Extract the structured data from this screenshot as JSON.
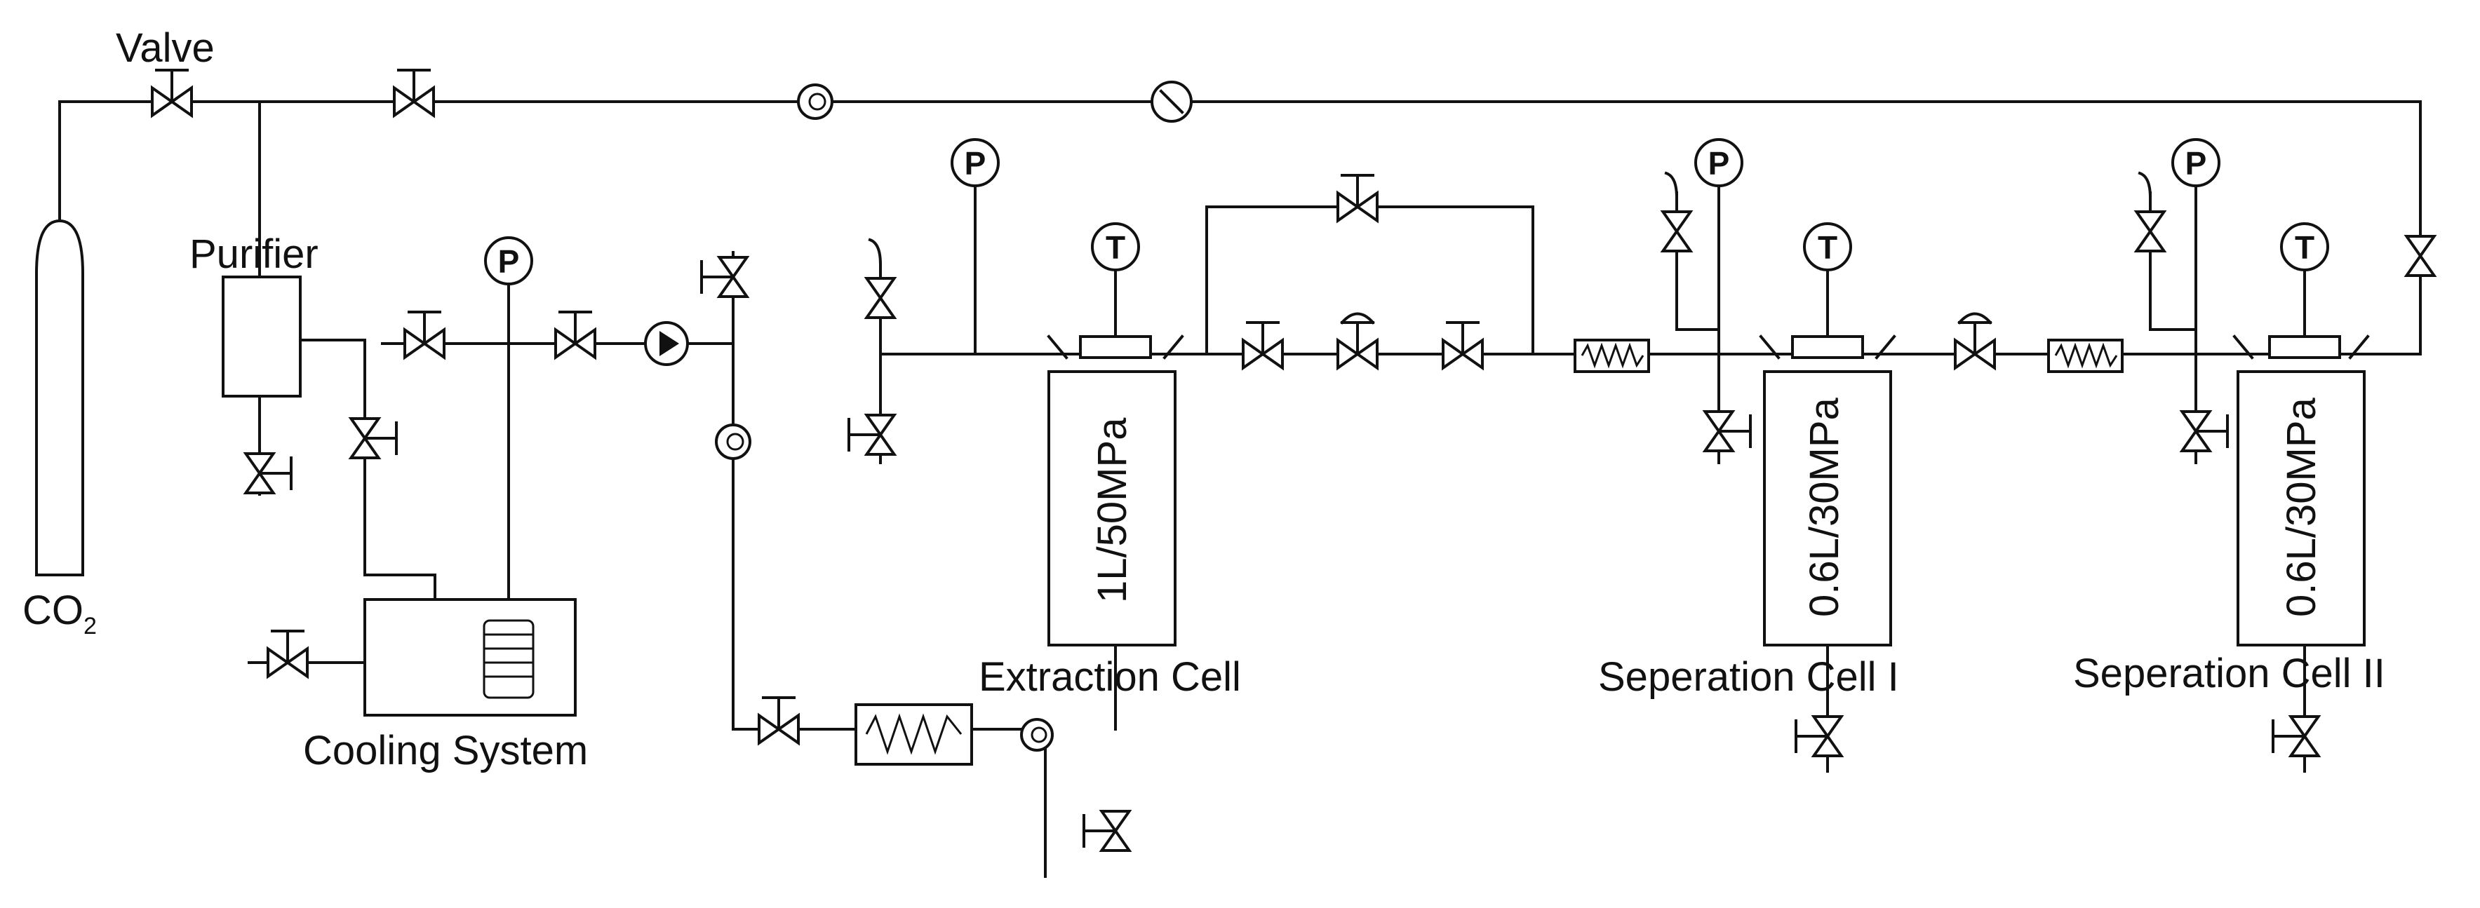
{
  "labels": {
    "valve": "Valve",
    "purifier": "Purifier",
    "co2": "CO",
    "co2_sub": "2",
    "cooling_system": "Cooling System",
    "extraction_cell": "Extraction Cell",
    "separation_cell_1": "Seperation Cell I",
    "separation_cell_2": "Seperation Cell II"
  },
  "vessels": {
    "extraction_rating": "1L/50MPa",
    "separation_1_rating": "0.6L/30MPa",
    "separation_2_rating": "0.6L/30MPa"
  },
  "gauges": {
    "pressure_symbol": "P",
    "temperature_symbol": "T"
  }
}
